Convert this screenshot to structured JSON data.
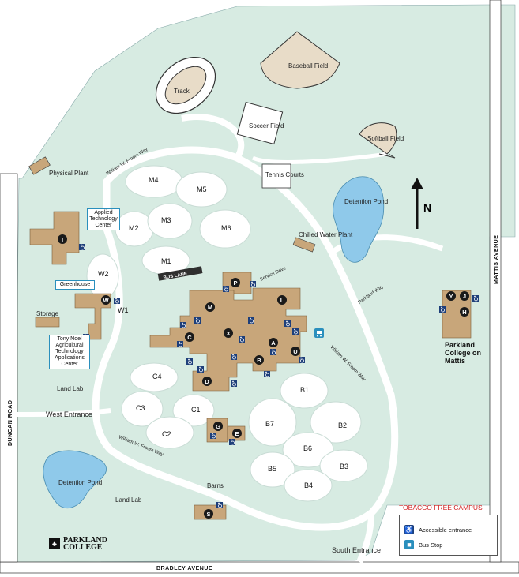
{
  "colors": {
    "land": "#d7ebe2",
    "building": "#c8a67a",
    "water": "#8fc9ea",
    "road": "#ffffff",
    "outline": "#333333",
    "accent": "#2a8fbd",
    "marker": "#1a1a1a",
    "tobacco": "#d12020"
  },
  "facilities": {
    "baseball": "Baseball Field",
    "track": "Track",
    "soccer": "Soccer Field",
    "softball": "Softball Field",
    "tennis": "Tennis Courts",
    "physical_plant": "Physical Plant",
    "chilled": "Chilled Water Plant",
    "detention_north": "Detention Pond",
    "detention_south": "Detention Pond",
    "storage": "Storage",
    "land_lab_west": "Land Lab",
    "land_lab_south": "Land Lab",
    "barns": "Barns",
    "west_entrance": "West Entrance",
    "south_entrance": "South Entrance",
    "bus_lane": "BUS LANE",
    "service_drive": "Service Drive"
  },
  "callouts": {
    "applied": "Applied Technology Center",
    "greenhouse": "Greenhouse",
    "tony_noel": "Tony Noel Agricultural Technology Applications Center"
  },
  "lots": {
    "m1": "M1",
    "m2": "M2",
    "m3": "M3",
    "m4": "M4",
    "m5": "M5",
    "m6": "M6",
    "w1": "W1",
    "w2": "W2",
    "c1": "C1",
    "c2": "C2",
    "c3": "C3",
    "c4": "C4",
    "b1": "B1",
    "b2": "B2",
    "b3": "B3",
    "b4": "B4",
    "b5": "B5",
    "b6": "B6",
    "b7": "B7"
  },
  "buildings": {
    "t": "T",
    "w": "W",
    "p": "P",
    "m": "M",
    "l": "L",
    "x": "X",
    "c": "C",
    "a": "A",
    "u": "U",
    "b": "B",
    "d": "D",
    "g": "G",
    "e": "E",
    "s": "S",
    "y": "Y",
    "j": "J",
    "h": "H"
  },
  "roads": {
    "bradley": "BRADLEY AVENUE",
    "duncan": "DUNCAN ROAD",
    "mattis_ave": "MATTIS AVENUE",
    "froom_north": "William W. Froom Way",
    "froom_east": "William W. Froom Way",
    "froom_south": "William W. Froom Way",
    "parkland_way": "Parkland Way"
  },
  "mattis_campus": "Parkland College on Mattis",
  "compass": "N",
  "tobacco_free": "TOBACCO FREE CAMPUS",
  "legend": {
    "accessible": "Accessible entrance",
    "bus_stop": "Bus Stop",
    "accessible_icon": "wheelchair-icon",
    "bus_icon": "bus-icon"
  },
  "logo": {
    "line1": "PARKLAND",
    "line2": "COLLEGE"
  }
}
